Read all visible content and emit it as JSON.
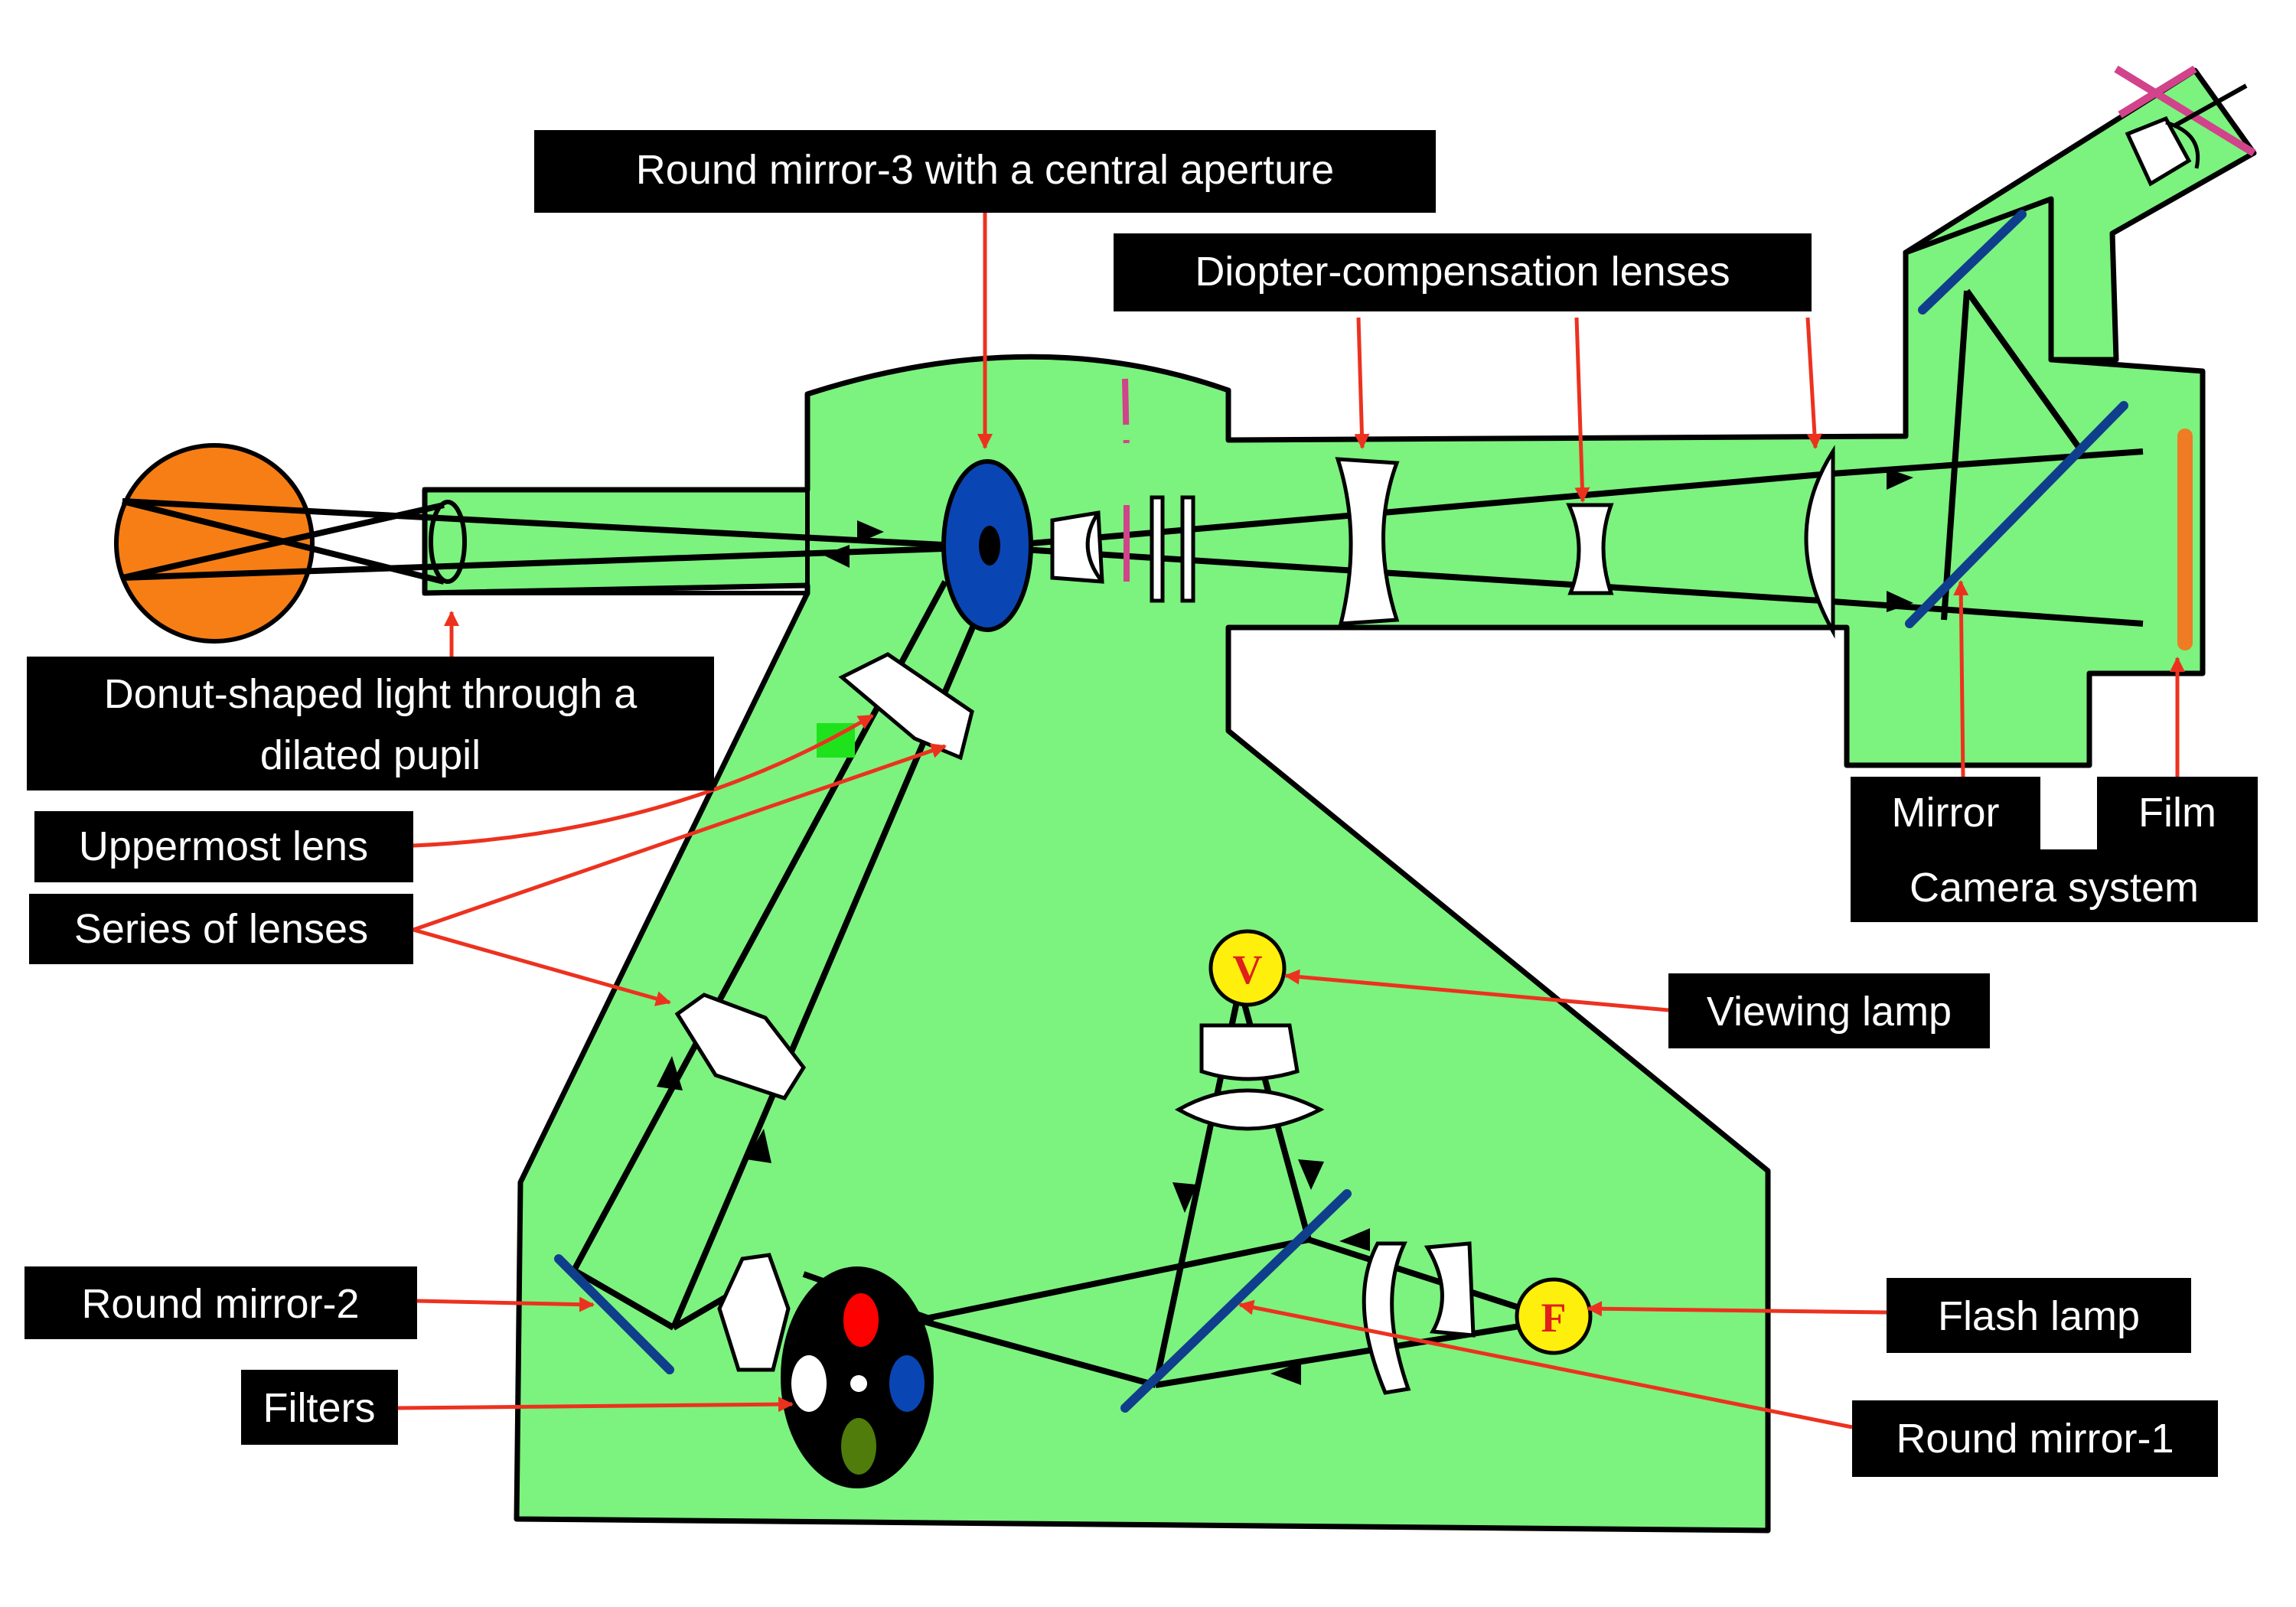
{
  "labels": {
    "mirror3": "Round mirror-3 with a central aperture",
    "diopter": "Diopter-compensation lenses",
    "donut_line1": "Donut-shaped light through a",
    "donut_line2": "dilated pupil",
    "uppermost_lens": "Uppermost lens",
    "series_of_lenses": "Series of lenses",
    "mirror": "Mirror",
    "film": "Film",
    "camera_system": "Camera system",
    "viewing_lamp": "Viewing lamp",
    "flash_lamp": "Flash lamp",
    "round_mirror_2": "Round mirror-2",
    "filters": "Filters",
    "round_mirror_1": "Round mirror-1"
  },
  "lamps": {
    "viewing": "V",
    "flash": "F"
  },
  "colors": {
    "body": "#7cf27f",
    "eye": "#f77e15",
    "mirror3": "#0a45b4",
    "mirror": "#0f3f8c",
    "film": "#f07b25",
    "lamp": "#ffef0c",
    "pointer": "#ec321f",
    "label_bg": "#000000",
    "magenta": "#d1438b",
    "filter_red": "#ff0000",
    "filter_blue": "#0a45b4",
    "filter_green": "#4f7c0a"
  }
}
